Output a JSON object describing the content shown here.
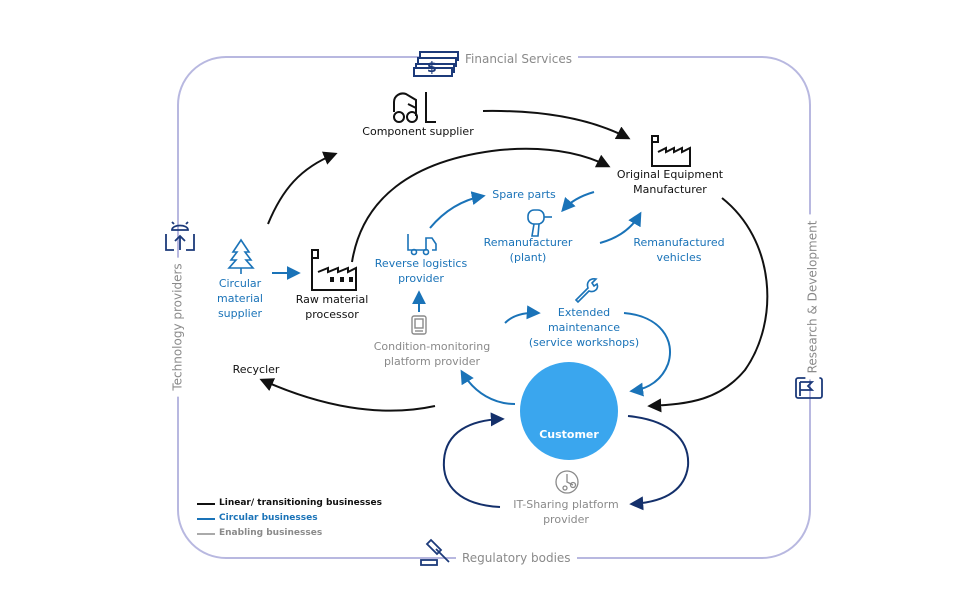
{
  "colors": {
    "border": "#b8b8e0",
    "linear": "#111111",
    "circular": "#1a73b8",
    "enabling": "#8a8a8a",
    "customer_fill": "#3aa6ee",
    "sharing_arrows": "#14306b",
    "icon_navy": "#1c3a7a"
  },
  "frame": {
    "top_label": "Financial Services",
    "bottom_label": "Regulatory bodies",
    "left_label": "Technology providers",
    "right_label": "Research & Development",
    "top_icon": "money-stack-icon",
    "bottom_icon": "gavel-icon",
    "left_icon": "android-upload-icon",
    "right_icon": "flag-book-icon"
  },
  "nodes": {
    "component_supplier": {
      "label": "Component supplier",
      "icon": "forklift-icon",
      "type": "linear"
    },
    "oem": {
      "line1": "Original Equipment",
      "line2": "Manufacturer",
      "icon": "factory-icon",
      "type": "linear"
    },
    "circular_supplier": {
      "line1": "Circular",
      "line2": "material",
      "line3": "supplier",
      "icon": "tree-icon",
      "type": "circular"
    },
    "raw_processor": {
      "line1": "Raw material",
      "line2": "processor",
      "icon": "factory-icon",
      "type": "linear"
    },
    "reverse_logistics": {
      "line1": "Reverse logistics",
      "line2": "provider",
      "icon": "truck-icon",
      "type": "circular"
    },
    "spare_parts": {
      "label": "Spare parts",
      "type": "circular"
    },
    "remanufacturer": {
      "line1": "Remanufacturer",
      "line2": "(plant)",
      "icon": "drill-icon",
      "type": "circular"
    },
    "reman_vehicles": {
      "line1": "Remanufactured",
      "line2": "vehicles",
      "type": "circular"
    },
    "extended_maintenance": {
      "line1": "Extended",
      "line2": "maintenance",
      "line3": "(service workshops)",
      "icon": "wrench-icon",
      "type": "circular"
    },
    "condition_monitoring": {
      "line1": "Condition-monitoring",
      "line2": "platform provider",
      "icon": "monitor-device-icon",
      "type": "enabling"
    },
    "recycler": {
      "label": "Recycler",
      "type": "linear"
    },
    "customer": {
      "label": "Customer",
      "icon": "car-icon"
    },
    "it_sharing": {
      "line1": "IT-Sharing platform",
      "line2": "provider",
      "icon": "clock-share-icon",
      "type": "enabling"
    }
  },
  "legend": {
    "items": [
      {
        "label": "Linear/ transitioning businesses",
        "color": "#111111"
      },
      {
        "label": "Circular businesses",
        "color": "#1a73b8"
      },
      {
        "label": "Enabling businesses",
        "color": "#aaaaaa"
      }
    ]
  }
}
